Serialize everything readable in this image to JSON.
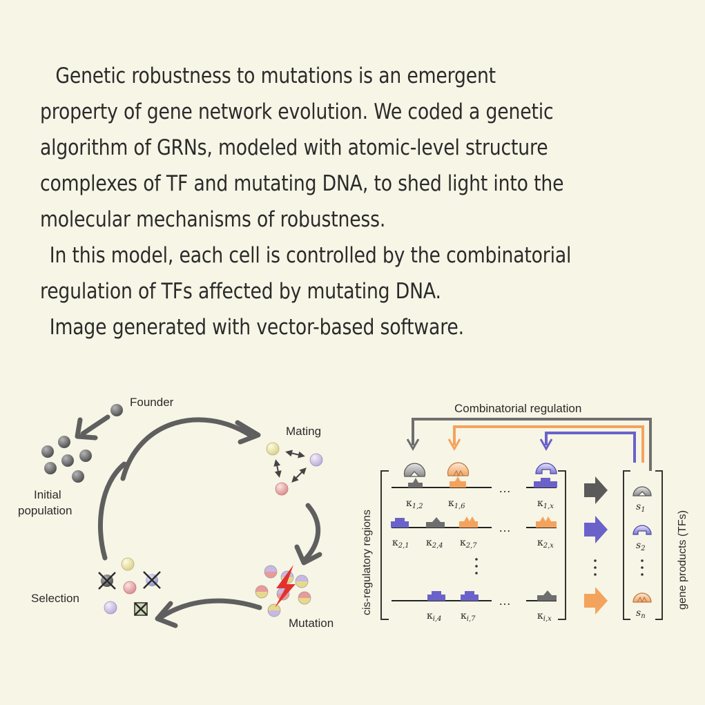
{
  "intro": {
    "p1": "Genetic robustness to mutations is an emergent property of gene network evolution. We coded a genetic algorithm of GRNs, modeled with atomic-level structure complexes of TF and mutating DNA, to shed light into the molecular mechanisms of robustness.",
    "p2": "In this model, each cell is controlled by the combinatorial regulation of TFs affected by mutating DNA.",
    "p3": "Image generated with vector-based software."
  },
  "cycle": {
    "founder": "Founder",
    "mating": "Mating",
    "initial_line1": "Initial",
    "initial_line2": "population",
    "selection": "Selection",
    "mutation": "Mutation"
  },
  "grn": {
    "title": "Combinatorial regulation",
    "left_axis": "cis-regulatory regions",
    "right_axis": "gene products (TFs)",
    "dots": "…",
    "k": "κ",
    "k_subs": {
      "r1": [
        "1,2",
        "1,6",
        "1,x"
      ],
      "r2": [
        "2,1",
        "2,4",
        "2,7",
        "2,x"
      ],
      "r3": [
        "i,4",
        "i,7",
        "i,x"
      ]
    },
    "s_letter": "s",
    "s_subs": [
      "1",
      "2",
      "n"
    ]
  },
  "colors": {
    "background": "#f7f5e6",
    "gray_tf": "#6e6e6e",
    "blue_tf": "#6a62c9",
    "orange_tf": "#f4a35c",
    "arrow": "#5a5a5a"
  }
}
